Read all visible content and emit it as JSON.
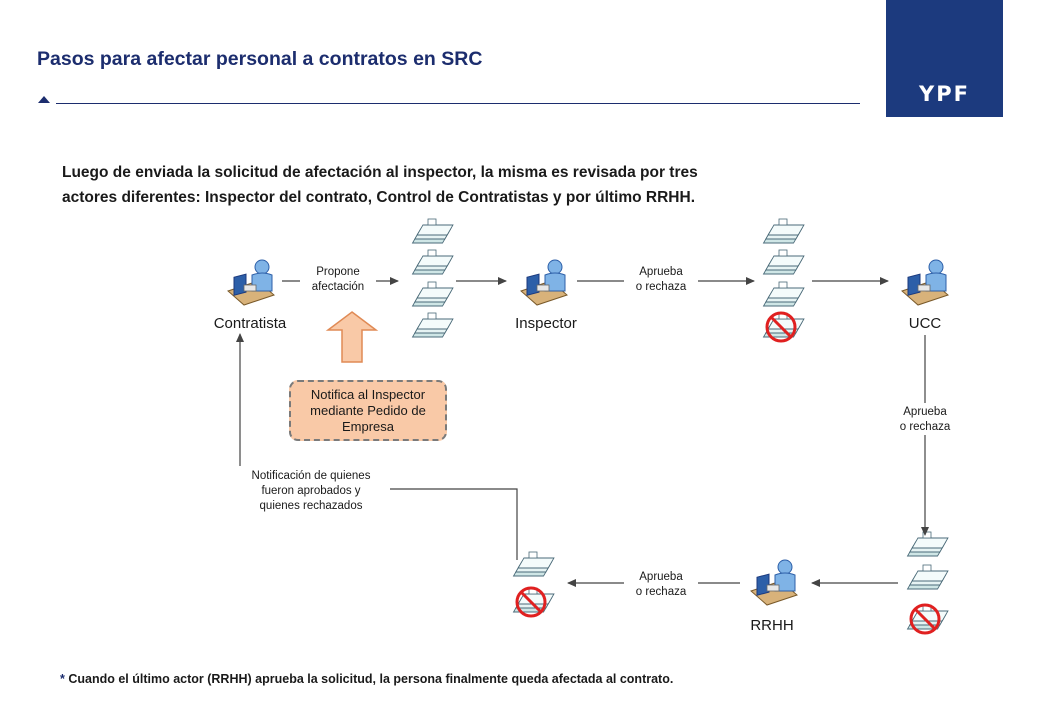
{
  "header": {
    "title": "Pasos para afectar personal a contratos en SRC",
    "brand": "YPF"
  },
  "intro": {
    "line1": "Luego de enviada la solicitud de afectación al inspector, la misma es revisada por tres",
    "line2": "actores diferentes: Inspector del contrato, Control de Contratistas y por último RRHH."
  },
  "diagram": {
    "actors": {
      "contratista": "Contratista",
      "inspector": "Inspector",
      "ucc": "UCC",
      "rrhh": "RRHH"
    },
    "arrows": {
      "propone_1": "Propone",
      "propone_2": "afectación",
      "aprueba_1_1": "Aprueba",
      "aprueba_1_2": "o rechaza",
      "aprueba_2_1": "Aprueba",
      "aprueba_2_2": "o rechaza",
      "aprueba_3_1": "Aprueba",
      "aprueba_3_2": "o rechaza",
      "notif_1": "Notificación de quienes",
      "notif_2": "fueron aprobados y",
      "notif_3": "quienes rechazados"
    },
    "note": {
      "line1": "Notifica al Inspector",
      "line2": "mediante Pedido de",
      "line3": "Empresa"
    }
  },
  "footer": {
    "asterisk": "*",
    "text": " Cuando el último actor (RRHH) aprueba la solicitud, la persona finalmente queda afectada al contrato."
  },
  "colors": {
    "title": "#1c2d6e",
    "logo_bg": "#1c3a7e",
    "note_fill": "#f9c9a7",
    "up_arrow": "#f9c9a7",
    "reject": "#e02020"
  }
}
